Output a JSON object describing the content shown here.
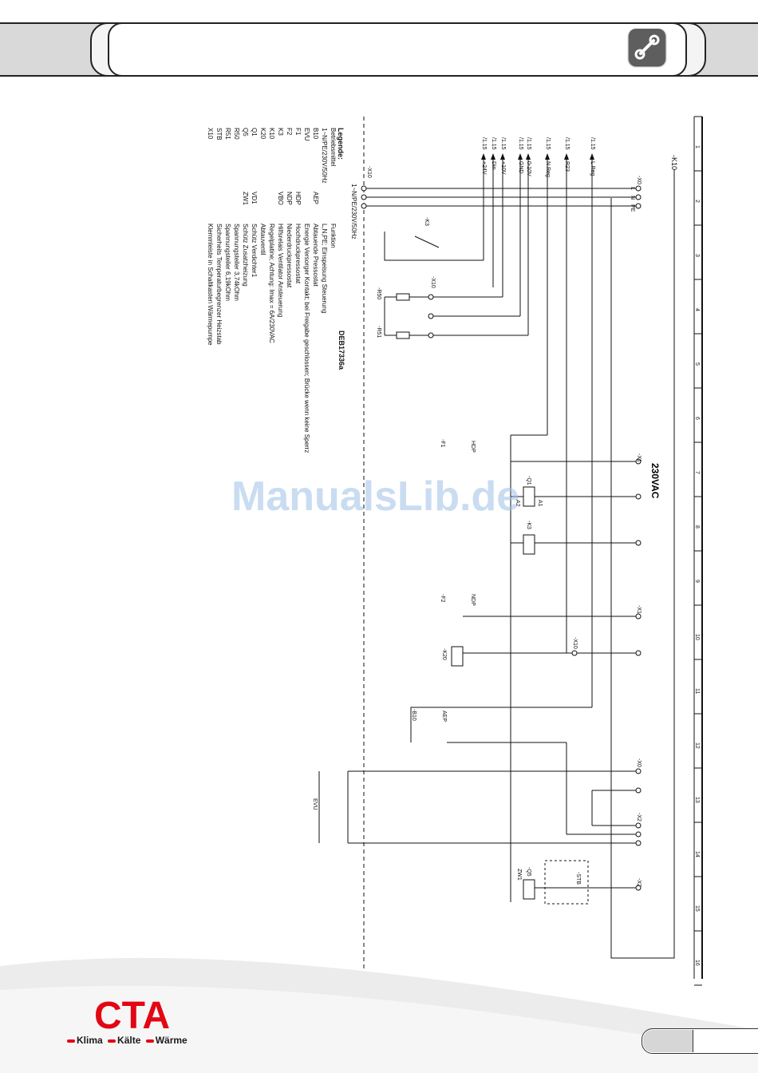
{
  "header": {
    "tool_icon": "wrench-icon"
  },
  "diagram": {
    "top_label": "-K10",
    "voltage": "230VAC",
    "column_numbers": [
      "1",
      "2",
      "3",
      "4",
      "5",
      "6",
      "7",
      "8",
      "9",
      "10",
      "11",
      "12",
      "13",
      "14",
      "15",
      "16"
    ],
    "terminal_refs": [
      {
        "ref": "/1.15",
        "name": "+24V"
      },
      {
        "ref": "/1.15",
        "name": "Din"
      },
      {
        "ref": "/1.15",
        "name": "+10V"
      },
      {
        "ref": "/1.15",
        "name": "GND"
      },
      {
        "ref": "/1.15",
        "name": "0-10V"
      },
      {
        "ref": "/1.15",
        "name": "N Reg"
      },
      {
        "ref": "/1.15",
        "name": "R23"
      },
      {
        "ref": "/1.15",
        "name": "L Reg"
      }
    ],
    "supply_terminal": "-X10",
    "supply_labels": [
      "L",
      "N",
      "PE"
    ],
    "supply_title": "1~N/PE/230V/50Hz",
    "components": {
      "x0": "-X0",
      "x1": "-X1",
      "x2": "-X2",
      "x10": "-X10",
      "x10b": "-X10",
      "k3": "-K3",
      "k3b": "-K3",
      "r50": "-R50",
      "r51": "-R51",
      "f1": "-F1",
      "f2": "-F2",
      "hdp": "HDP",
      "ndp": "NDP",
      "q1": "-Q1",
      "q5": "-Q5",
      "k20": "-K20",
      "b10": "-B10",
      "aep": "AEP",
      "stb": "-STB",
      "zw1": "ZW1",
      "evu": "EVU",
      "a1": "A1",
      "a2": "A2"
    },
    "legend": {
      "title": "Legende:",
      "doc_code": "DEB17336a",
      "col_header_1": "Betriebsmittel",
      "col_header_2": "Funktion",
      "rows": [
        {
          "id": "1~N/PE/230V/50Hz",
          "short": "",
          "desc": "L,N,PE; Einspeisung Steuerung"
        },
        {
          "id": "B10",
          "short": "AEP",
          "desc": "Abtauende Pressostat"
        },
        {
          "id": "EVU",
          "short": "",
          "desc": "Energie Versorger Kontakt; bei Freigabe geschlossen; Brücke wenn keine Sperrz"
        },
        {
          "id": "F1",
          "short": "HDP",
          "desc": "Hochdruckpressostat"
        },
        {
          "id": "F2",
          "short": "NDP",
          "desc": "Niederdruckpressostat"
        },
        {
          "id": "K3",
          "short": "VBO",
          "desc": "Hilfsrelais Ventilator Ansteuerung"
        },
        {
          "id": "K10",
          "short": "",
          "desc": "Regelplatine; Achtung: Imax = 6A/230VAC"
        },
        {
          "id": "K20",
          "short": "",
          "desc": "Abtauventil"
        },
        {
          "id": "Q1",
          "short": "VD1",
          "desc": "Schütz Verdichter1"
        },
        {
          "id": "Q5",
          "short": "ZW1",
          "desc": "Schütz Zusatzheizung"
        },
        {
          "id": "R50",
          "short": "",
          "desc": "Spannungsteiler 3,74kOhm"
        },
        {
          "id": "R51",
          "short": "",
          "desc": "Spannungsteiler 6,19kOhm"
        },
        {
          "id": "STB",
          "short": "",
          "desc": "Sicherheits Temperaturbegrenzer Heizstab"
        },
        {
          "id": "X10",
          "short": "",
          "desc": "Klemmleiste in Schaltkasten Wärmepumpe"
        }
      ]
    }
  },
  "watermark": "ManualsLib.de",
  "footer": {
    "logo_text": "CTA",
    "brand_words": [
      "Klima",
      "Kälte",
      "Wärme"
    ],
    "colors": {
      "brand_red": "#e30613"
    }
  }
}
